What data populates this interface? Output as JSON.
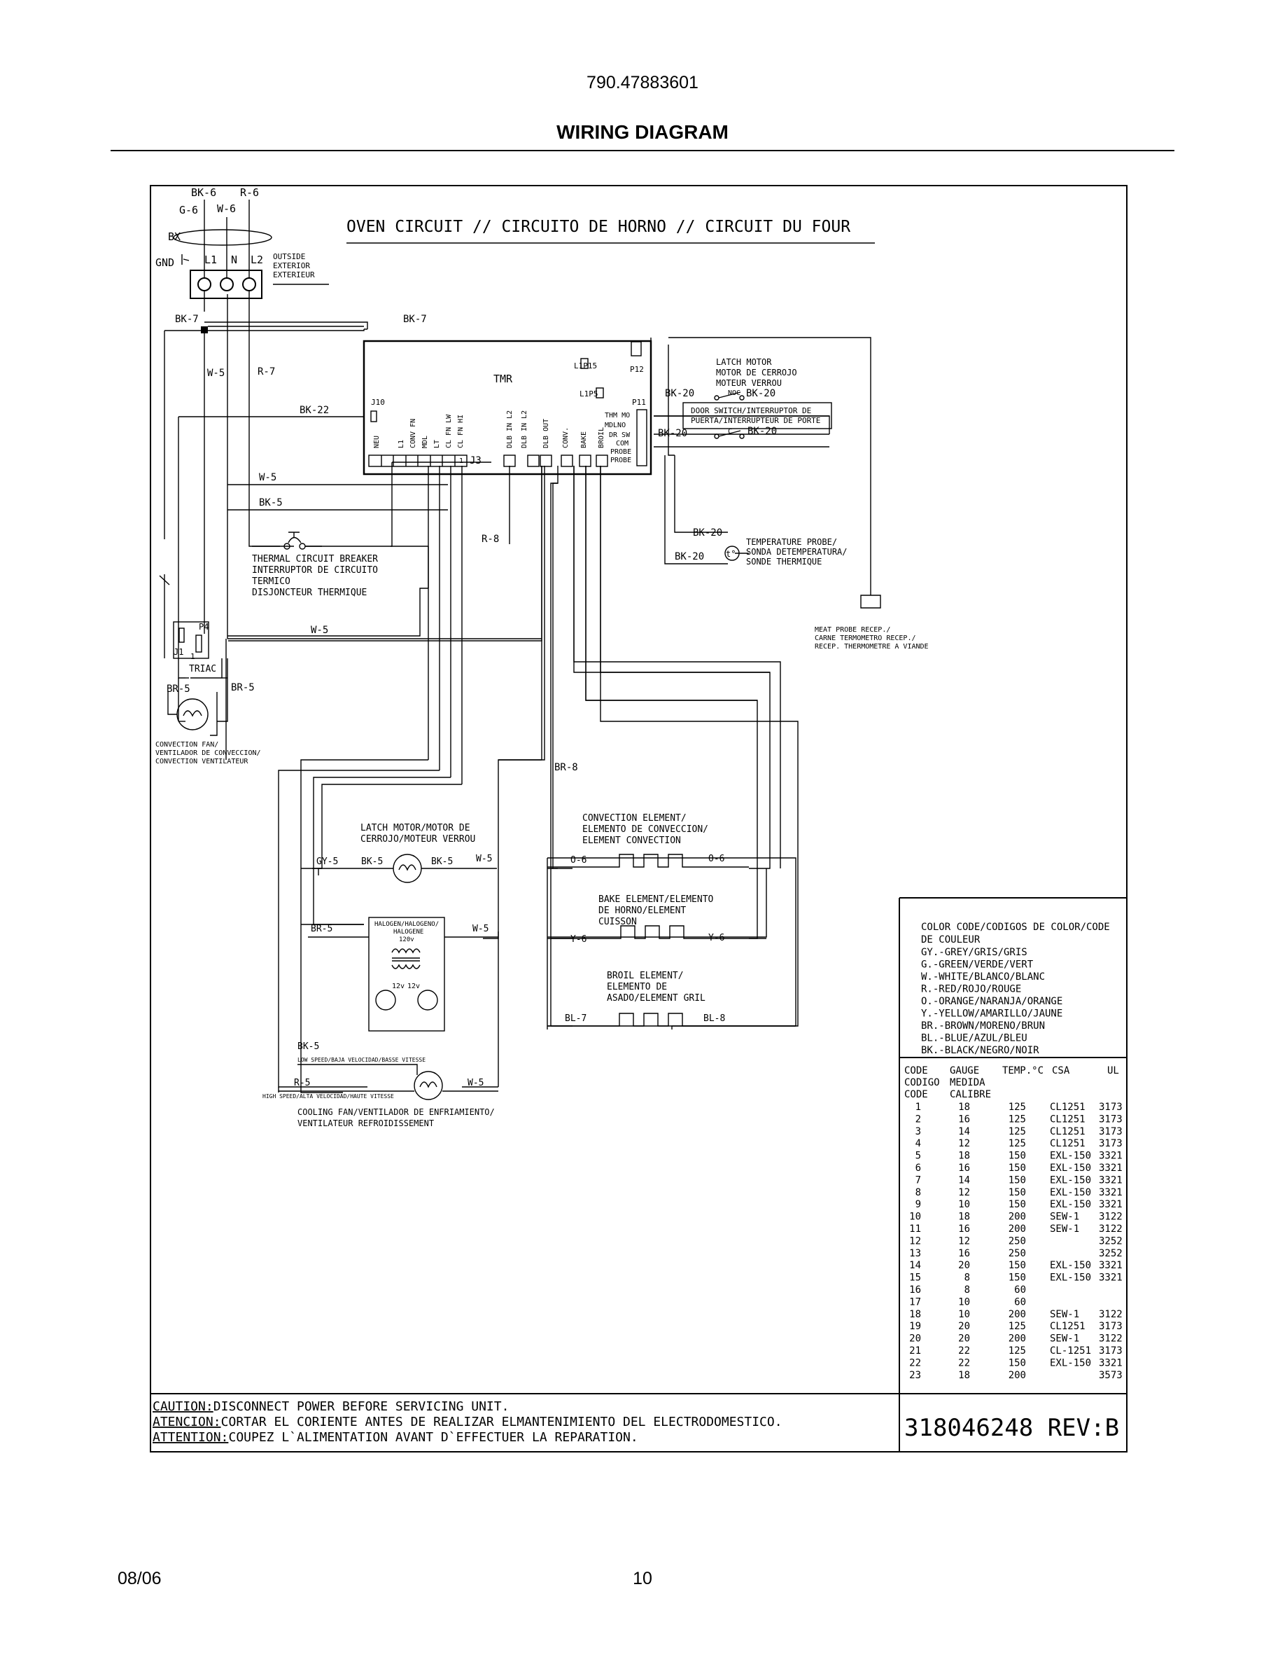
{
  "header": {
    "model_number": "790.47883601",
    "title": "WIRING DIAGRAM"
  },
  "footer": {
    "date": "08/06",
    "page": "10"
  },
  "diagram": {
    "circuit_title": "OVEN CIRCUIT // CIRCUITO DE HORNO // CIRCUIT DU FOUR",
    "supply": {
      "labels": [
        "BK-6",
        "R-6",
        "G-6",
        "W-6",
        "BX",
        "GND",
        "L1",
        "N",
        "L2"
      ],
      "outside": [
        "OUTSIDE",
        "EXTERIOR",
        "EXTERIEUR"
      ]
    },
    "wires": {
      "bk7_left": "BK-7",
      "bk7_top": "BK-7",
      "w5_a": "W-5",
      "r7": "R-7",
      "bk22": "BK-22",
      "w5_b": "W-5",
      "bk5_a": "BK-5",
      "r8": "R-8",
      "w5_c": "W-5",
      "br5_a": "BR-5",
      "br5_b": "BR-5",
      "br8": "BR-8",
      "bk20_a": "BK-20",
      "bk20_b": "BK-20",
      "bk20_c": "BK-20",
      "bk20_d": "BK-20",
      "bk20_e": "BK-20",
      "bk20_f": "BK-20",
      "no": "NO",
      "c1": "C",
      "c2": "C"
    },
    "timer": {
      "label": "TMR",
      "j10": "J10",
      "j3": "J3",
      "pin1": "1",
      "l1p15": "L1P15",
      "l1p5": "L1P5",
      "p12": "P12",
      "p11": "P11",
      "pins": [
        "NEU",
        "L1",
        "CONV FN",
        "MDL",
        "LT",
        "CL FN LW",
        "CL FN HI",
        "DLB IN L2",
        "DLB IN L2",
        "DLB OUT",
        "CONV.",
        "BAKE",
        "BROIL"
      ],
      "p11_pins": [
        "THM MO",
        "MDLNO",
        "DR SW",
        "COM",
        "PROBE",
        "PROBE"
      ]
    },
    "components": {
      "latch_motor_top": [
        "LATCH MOTOR",
        "MOTOR DE CERROJO",
        "MOTEUR VERROU"
      ],
      "door_switch": [
        "DOOR SWITCH/INTERRUPTOR DE",
        "PUERTA/INTERRUPTEUR DE PORTE"
      ],
      "thermal_breaker": [
        "THERMAL CIRCUIT BREAKER",
        "INTERRUPTOR DE CIRCUITO",
        "TERMICO",
        "DISJONCTEUR THERMIQUE"
      ],
      "temp_probe": [
        "TEMPERATURE PROBE/",
        "SONDA DETEMPERATURA/",
        "SONDE THERMIQUE"
      ],
      "temp_probe_symbol": "t°",
      "meat_probe": [
        "MEAT PROBE RECEP./",
        "CARNE TERMOMETRO RECEP./",
        "RECEP. THERMOMETRE A VIANDE"
      ],
      "triac": {
        "p4": "P4",
        "j1": "J1",
        "one": "1",
        "label": "TRIAC"
      },
      "conv_fan": [
        "CONVECTION FAN/",
        "VENTILADOR DE CONVECCION/",
        "CONVECTION VENTILATEUR"
      ],
      "latch_motor": {
        "text": [
          "LATCH MOTOR/MOTOR DE",
          "CERROJO/MOTEUR VERROU"
        ],
        "gy5": "GY-5",
        "bk5_l": "BK-5",
        "bk5_r": "BK-5",
        "w5": "W-5"
      },
      "halogen": {
        "text": [
          "HALOGEN/HALOGENO/",
          "HALOGENE",
          "120v"
        ],
        "br5": "BR-5",
        "w5": "W-5",
        "v12a": "12v",
        "v12b": "12v"
      },
      "cooling_fan": {
        "bk5": "BK-5",
        "low": "LOW SPEED/BAJA VELOCIDAD/BASSE VITESSE",
        "high": "HIGH SPEED/ALTA VELOCIDAD/HAUTE VITESSE",
        "r5": "R-5",
        "w5": "W-5",
        "text": [
          "COOLING FAN/VENTILADOR DE ENFRIAMIENTO/",
          "VENTILATEUR REFROIDISSEMENT"
        ]
      },
      "conv_element": {
        "text": [
          "CONVECTION ELEMENT/",
          "ELEMENTO DE CONVECCION/",
          "ELEMENT CONVECTION"
        ],
        "left": "O-6",
        "right": "O-6"
      },
      "bake_element": {
        "text": [
          "BAKE ELEMENT/ELEMENTO",
          "DE HORNO/ELEMENT",
          "CUISSON"
        ],
        "left": "Y-6",
        "right": "Y-6"
      },
      "broil_element": {
        "text": [
          "BROIL ELEMENT/",
          "ELEMENTO DE",
          "ASADO/ELEMENT GRIL"
        ],
        "left": "BL-7",
        "right": "BL-8"
      }
    },
    "color_code": {
      "title": [
        "COLOR CODE/CODIGOS DE COLOR/CODE",
        "DE COULEUR"
      ],
      "entries": [
        "GY.-GREY/GRIS/GRIS",
        "G.-GREEN/VERDE/VERT",
        "W.-WHITE/BLANCO/BLANC",
        "R.-RED/ROJO/ROUGE",
        "O.-ORANGE/NARANJA/ORANGE",
        "Y.-YELLOW/AMARILLO/JAUNE",
        "BR.-BROWN/MORENO/BRUN",
        "BL.-BLUE/AZUL/BLEU",
        "BK.-BLACK/NEGRO/NOIR"
      ]
    },
    "gauge_table": {
      "headers": [
        "CODE",
        "GAUGE",
        "TEMP.°C",
        "CSA",
        "UL"
      ],
      "header2": [
        "CODIGO",
        "MEDIDA"
      ],
      "header3": [
        "CODE",
        "CALIBRE"
      ],
      "rows": [
        [
          "1",
          "18",
          "125",
          "CL1251",
          "3173"
        ],
        [
          "2",
          "16",
          "125",
          "CL1251",
          "3173"
        ],
        [
          "3",
          "14",
          "125",
          "CL1251",
          "3173"
        ],
        [
          "4",
          "12",
          "125",
          "CL1251",
          "3173"
        ],
        [
          "5",
          "18",
          "150",
          "EXL-150",
          "3321"
        ],
        [
          "6",
          "16",
          "150",
          "EXL-150",
          "3321"
        ],
        [
          "7",
          "14",
          "150",
          "EXL-150",
          "3321"
        ],
        [
          "8",
          "12",
          "150",
          "EXL-150",
          "3321"
        ],
        [
          "9",
          "10",
          "150",
          "EXL-150",
          "3321"
        ],
        [
          "10",
          "18",
          "200",
          "SEW-1",
          "3122"
        ],
        [
          "11",
          "16",
          "200",
          "SEW-1",
          "3122"
        ],
        [
          "12",
          "12",
          "250",
          "",
          "3252"
        ],
        [
          "13",
          "16",
          "250",
          "",
          "3252"
        ],
        [
          "14",
          "20",
          "150",
          "EXL-150",
          "3321"
        ],
        [
          "15",
          "8",
          "150",
          "EXL-150",
          "3321"
        ],
        [
          "16",
          "8",
          "60",
          "",
          ""
        ],
        [
          "17",
          "10",
          "60",
          "",
          ""
        ],
        [
          "18",
          "10",
          "200",
          "SEW-1",
          "3122"
        ],
        [
          "19",
          "20",
          "125",
          "CL1251",
          "3173"
        ],
        [
          "20",
          "20",
          "200",
          "SEW-1",
          "3122"
        ],
        [
          "21",
          "22",
          "125",
          "CL-1251",
          "3173"
        ],
        [
          "22",
          "22",
          "150",
          "EXL-150",
          "3321"
        ],
        [
          "23",
          "18",
          "200",
          "",
          "3573"
        ]
      ]
    },
    "caution": [
      {
        "label": "CAUTION:",
        "text": " DISCONNECT POWER BEFORE SERVICING UNIT."
      },
      {
        "label": "ATENCION:",
        "text": "CORTAR EL CORIENTE ANTES DE REALIZAR ELMANTENIMIENTO DEL ELECTRODOMESTICO."
      },
      {
        "label": "ATTENTION:",
        "text": "COUPEZ L`ALIMENTATION AVANT D`EFFECTUER LA REPARATION."
      }
    ],
    "part_number": "318046248 REV:B"
  }
}
